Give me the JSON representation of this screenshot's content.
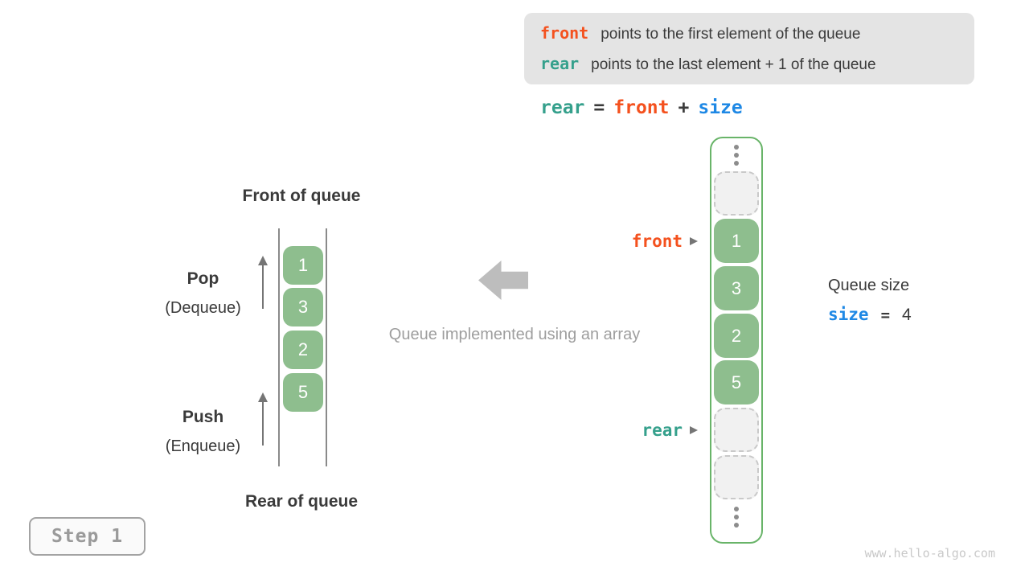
{
  "colors": {
    "front_orange": "#f4511e",
    "rear_teal": "#35a08c",
    "size_blue": "#1e88e5",
    "box_green": "#8ebe8e",
    "frame_green": "#69b469",
    "legend_bg": "#e4e4e4",
    "muted_gray": "#9e9e9e",
    "dark_text": "#3a3a3a"
  },
  "legend": {
    "rows": [
      {
        "code": "front",
        "text": "points to the first element of the queue"
      },
      {
        "code": "rear",
        "text": "points to the last element + 1 of the queue"
      }
    ]
  },
  "formula": {
    "tokens": [
      "rear",
      "=",
      "front",
      "+",
      "size"
    ]
  },
  "left_diagram": {
    "front_label": "Front of queue",
    "rear_label": "Rear of queue",
    "pop": {
      "label": "Pop",
      "sub": "(Dequeue)"
    },
    "push": {
      "label": "Push",
      "sub": "(Enqueue)"
    },
    "values": [
      "1",
      "3",
      "2",
      "5"
    ]
  },
  "center": {
    "caption": "Queue implemented using an array"
  },
  "right_diagram": {
    "front_pointer": "front",
    "rear_pointer": "rear",
    "values": [
      "1",
      "3",
      "2",
      "5"
    ]
  },
  "queue_size": {
    "title": "Queue size",
    "variable": "size",
    "equals": "=",
    "value": "4"
  },
  "step_badge": {
    "label": "Step 1"
  },
  "watermark": "www.hello-algo.com",
  "icons": {
    "pointer_arrow": "triangle-right",
    "ellipsis": "vertical-dots",
    "pop_push_arrow": "arrow-up",
    "direction_arrow": "block-arrow-left"
  }
}
